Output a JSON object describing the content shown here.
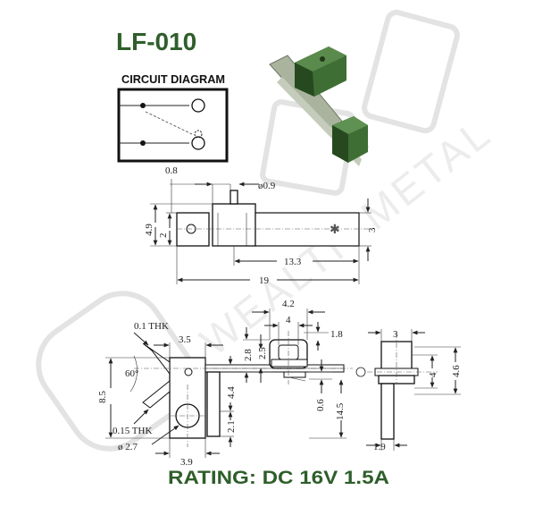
{
  "model": "LF-010",
  "circuit_label": "CIRCUIT DIAGRAM",
  "rating": "RATING: DC 16V 1.5A",
  "watermark_text": "WEALTH METAL",
  "colors": {
    "title": "#2f5e2a",
    "product": "#3f6e34",
    "product_dark": "#27491f",
    "product_light": "#a9b39e",
    "line": "#222222"
  },
  "top_view": {
    "dim_08": "0.8",
    "dim_09": "ø0.9",
    "dim_49": "4.9",
    "dim_2": "2",
    "dim_3": "3",
    "dim_133": "13.3",
    "dim_19": "19"
  },
  "side_view": {
    "dim_01thk": "0.1 THK",
    "dim_35": "3.5",
    "dim_60": "60°",
    "dim_85": "8.5",
    "dim_015thk": "0.15 THK",
    "dim_27": "ø 2.7",
    "dim_39": "3.9",
    "dim_28": "2.8",
    "dim_25": "2.5",
    "dim_42": "4.2",
    "dim_4": "4",
    "dim_18": "1.8",
    "dim_44": "4.4",
    "dim_21": "2.1",
    "dim_06": "0.6",
    "dim_145": "14.5"
  },
  "end_view": {
    "dim_3": "3",
    "dim_4": "4",
    "dim_46": "4.6",
    "dim_19": "1.9"
  }
}
